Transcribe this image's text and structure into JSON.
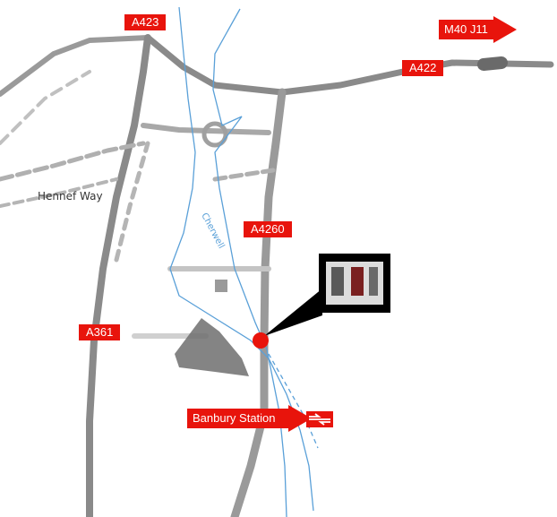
{
  "map": {
    "road_labels": [
      "A423",
      "A422",
      "A4260",
      "A361"
    ],
    "destination_label": "M40 J11",
    "station_label": "Banbury Station",
    "river_label": "Cherwell",
    "street_label": "Hennef Way",
    "colors": {
      "label_red": "#e8140c",
      "river_blue": "#5aa0d8",
      "road_grey": "#8a8a8a",
      "marker_red": "#e8140c"
    },
    "icons": [
      "rail-icon",
      "location-marker-icon",
      "building-icon"
    ]
  }
}
